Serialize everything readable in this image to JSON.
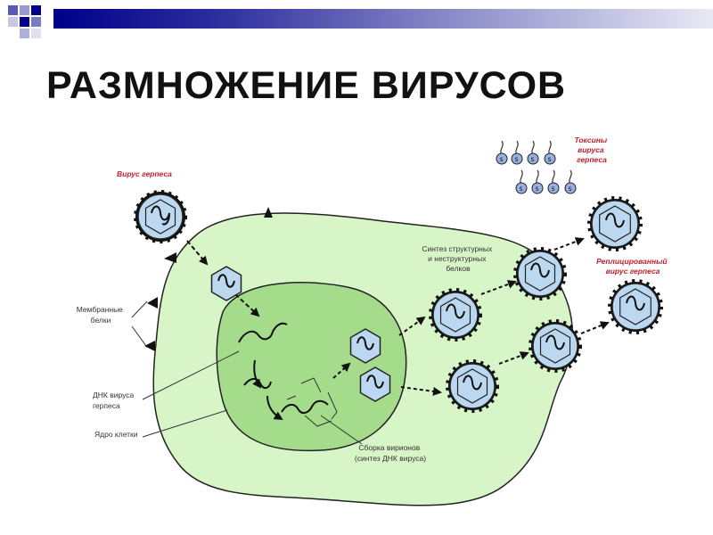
{
  "title": "РАЗМНОЖЕНИЕ ВИРУСОВ",
  "colors": {
    "title_bar": "#00008a",
    "cell": "#d8f5c8",
    "nucleus": "#a4dc8c",
    "virus": "#bcd8f0",
    "label_red": "#c0202f"
  },
  "labels": {
    "herpes_virus": [
      "Вирус герпеса"
    ],
    "toxins": [
      "Токсины",
      "вируса",
      "герпеса"
    ],
    "synthesis": [
      "Синтез структурных",
      "и неструктурных",
      "белков"
    ],
    "replicated": [
      "Реплицированный",
      "вирус герпеса"
    ],
    "membrane_proteins": [
      "Мембранные",
      "белки"
    ],
    "dna": [
      "ДНК вируса",
      "герпеса"
    ],
    "nucleus": [
      "Ядро клетки"
    ],
    "assembly": [
      "Сборка вирионов",
      "(синтез ДНК вируса)"
    ]
  }
}
